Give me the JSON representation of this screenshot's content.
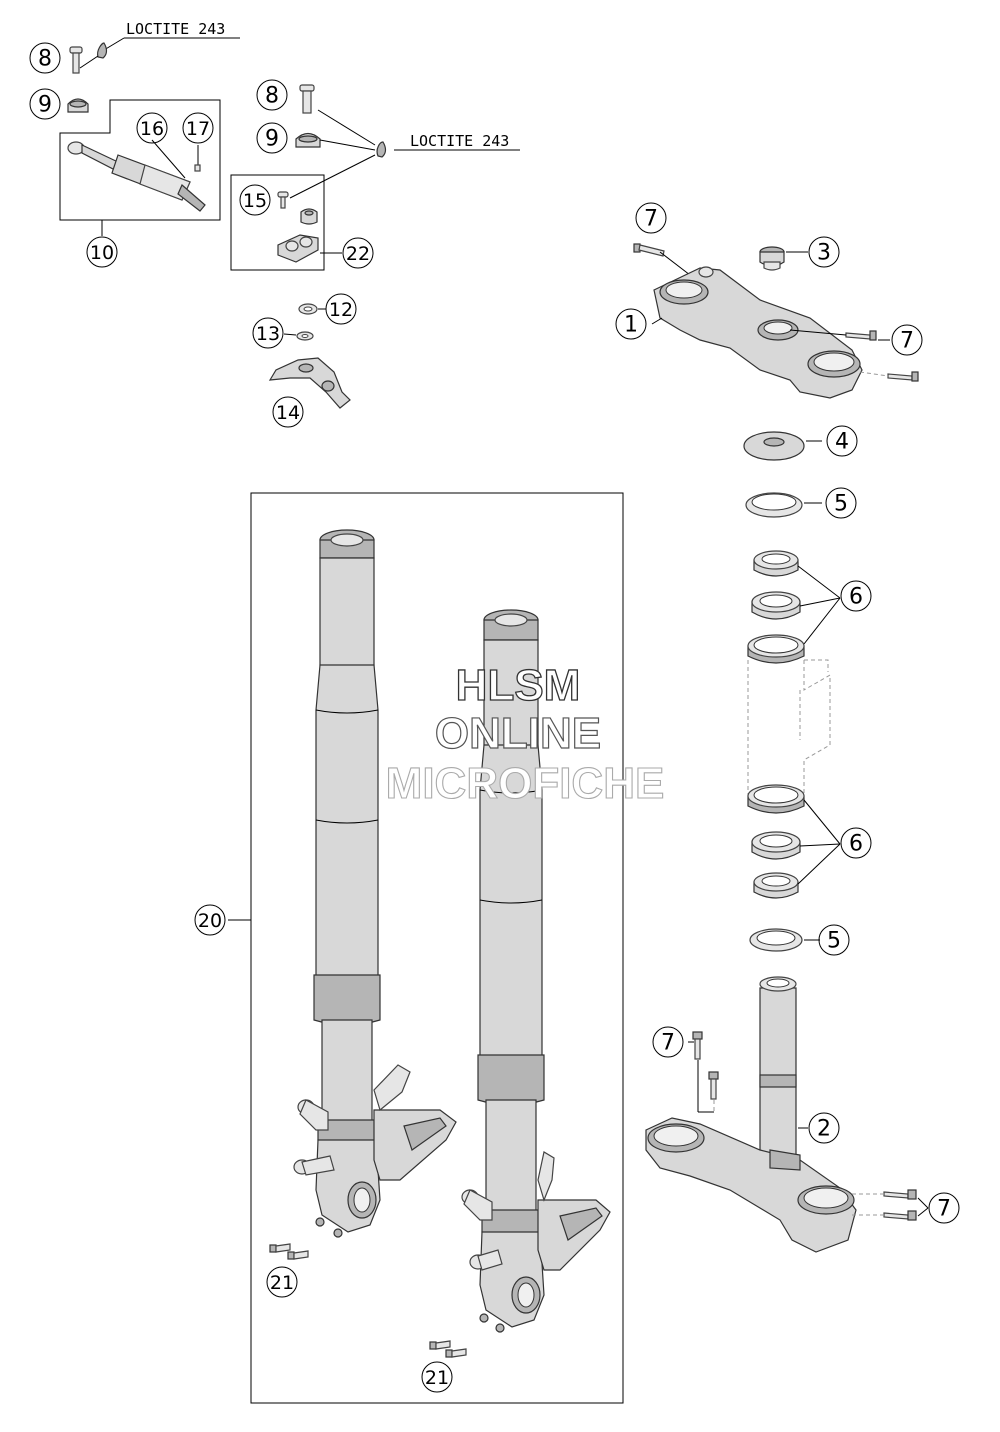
{
  "callouts": {
    "c8a": "8",
    "c9a": "9",
    "c16": "16",
    "c17": "17",
    "c10": "10",
    "c8b": "8",
    "c9b": "9",
    "c15": "15",
    "c22": "22",
    "c12": "12",
    "c13": "13",
    "c14": "14",
    "c7a": "7",
    "c3": "3",
    "c1": "1",
    "c7b": "7",
    "c4": "4",
    "c5a": "5",
    "c6a": "6",
    "c6b": "6",
    "c5b": "5",
    "c20": "20",
    "c21a": "21",
    "c21b": "21",
    "c7c": "7",
    "c2": "2",
    "c7d": "7"
  },
  "loctite_labels": [
    "LOCTITE 243",
    "LOCTITE 243"
  ],
  "watermark": {
    "line1": "HLSM",
    "line2": "ONLINE",
    "line3": "MICROFICHE"
  }
}
